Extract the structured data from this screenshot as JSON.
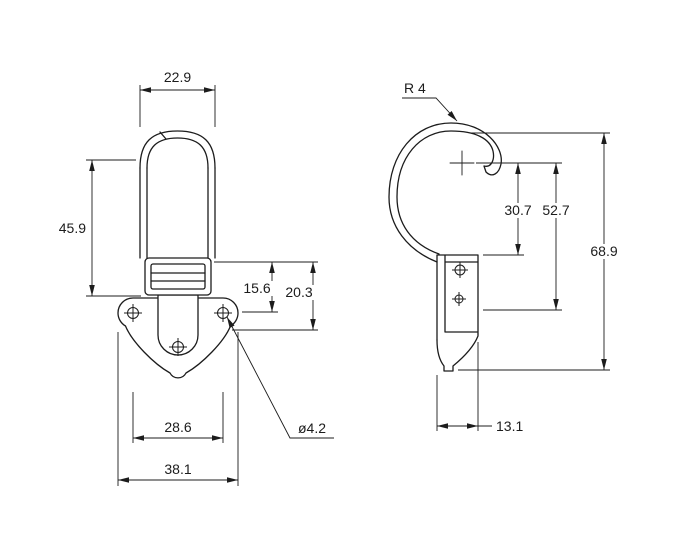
{
  "colors": {
    "background": "#ffffff",
    "line": "#1c1c1c"
  },
  "front_view": {
    "dims": {
      "top_width": "22.9",
      "side_height": "45.9",
      "keeper_height": "15.6",
      "base_height": "20.3",
      "hole_spacing": "28.6",
      "base_width": "38.1",
      "hole_diameter": "ø4.2"
    }
  },
  "side_view": {
    "dims": {
      "tip_radius": "R 4",
      "hook_center_height": "30.7",
      "hook_height": "52.7",
      "overall_height": "68.9",
      "base_depth": "13.1"
    }
  }
}
